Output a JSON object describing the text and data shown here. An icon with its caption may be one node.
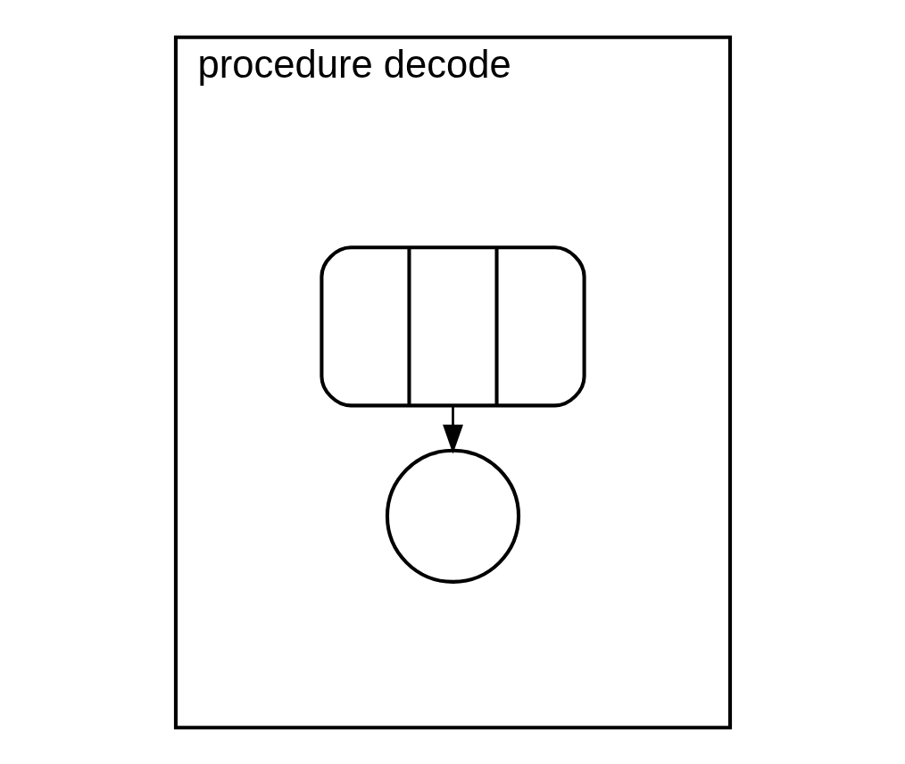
{
  "diagram": {
    "nodes": [
      {
        "text": [
          "procedure decode"
        ]
      },
      {
        "text": [],
        "shape": "box",
        "in": 0
      },
      {
        "text": [],
        "shape": "circle",
        "in": 0
      }
    ],
    "edges": [
      {
        "from": 1,
        "to": 2,
        "arrow": "to"
      }
    ]
  }
}
